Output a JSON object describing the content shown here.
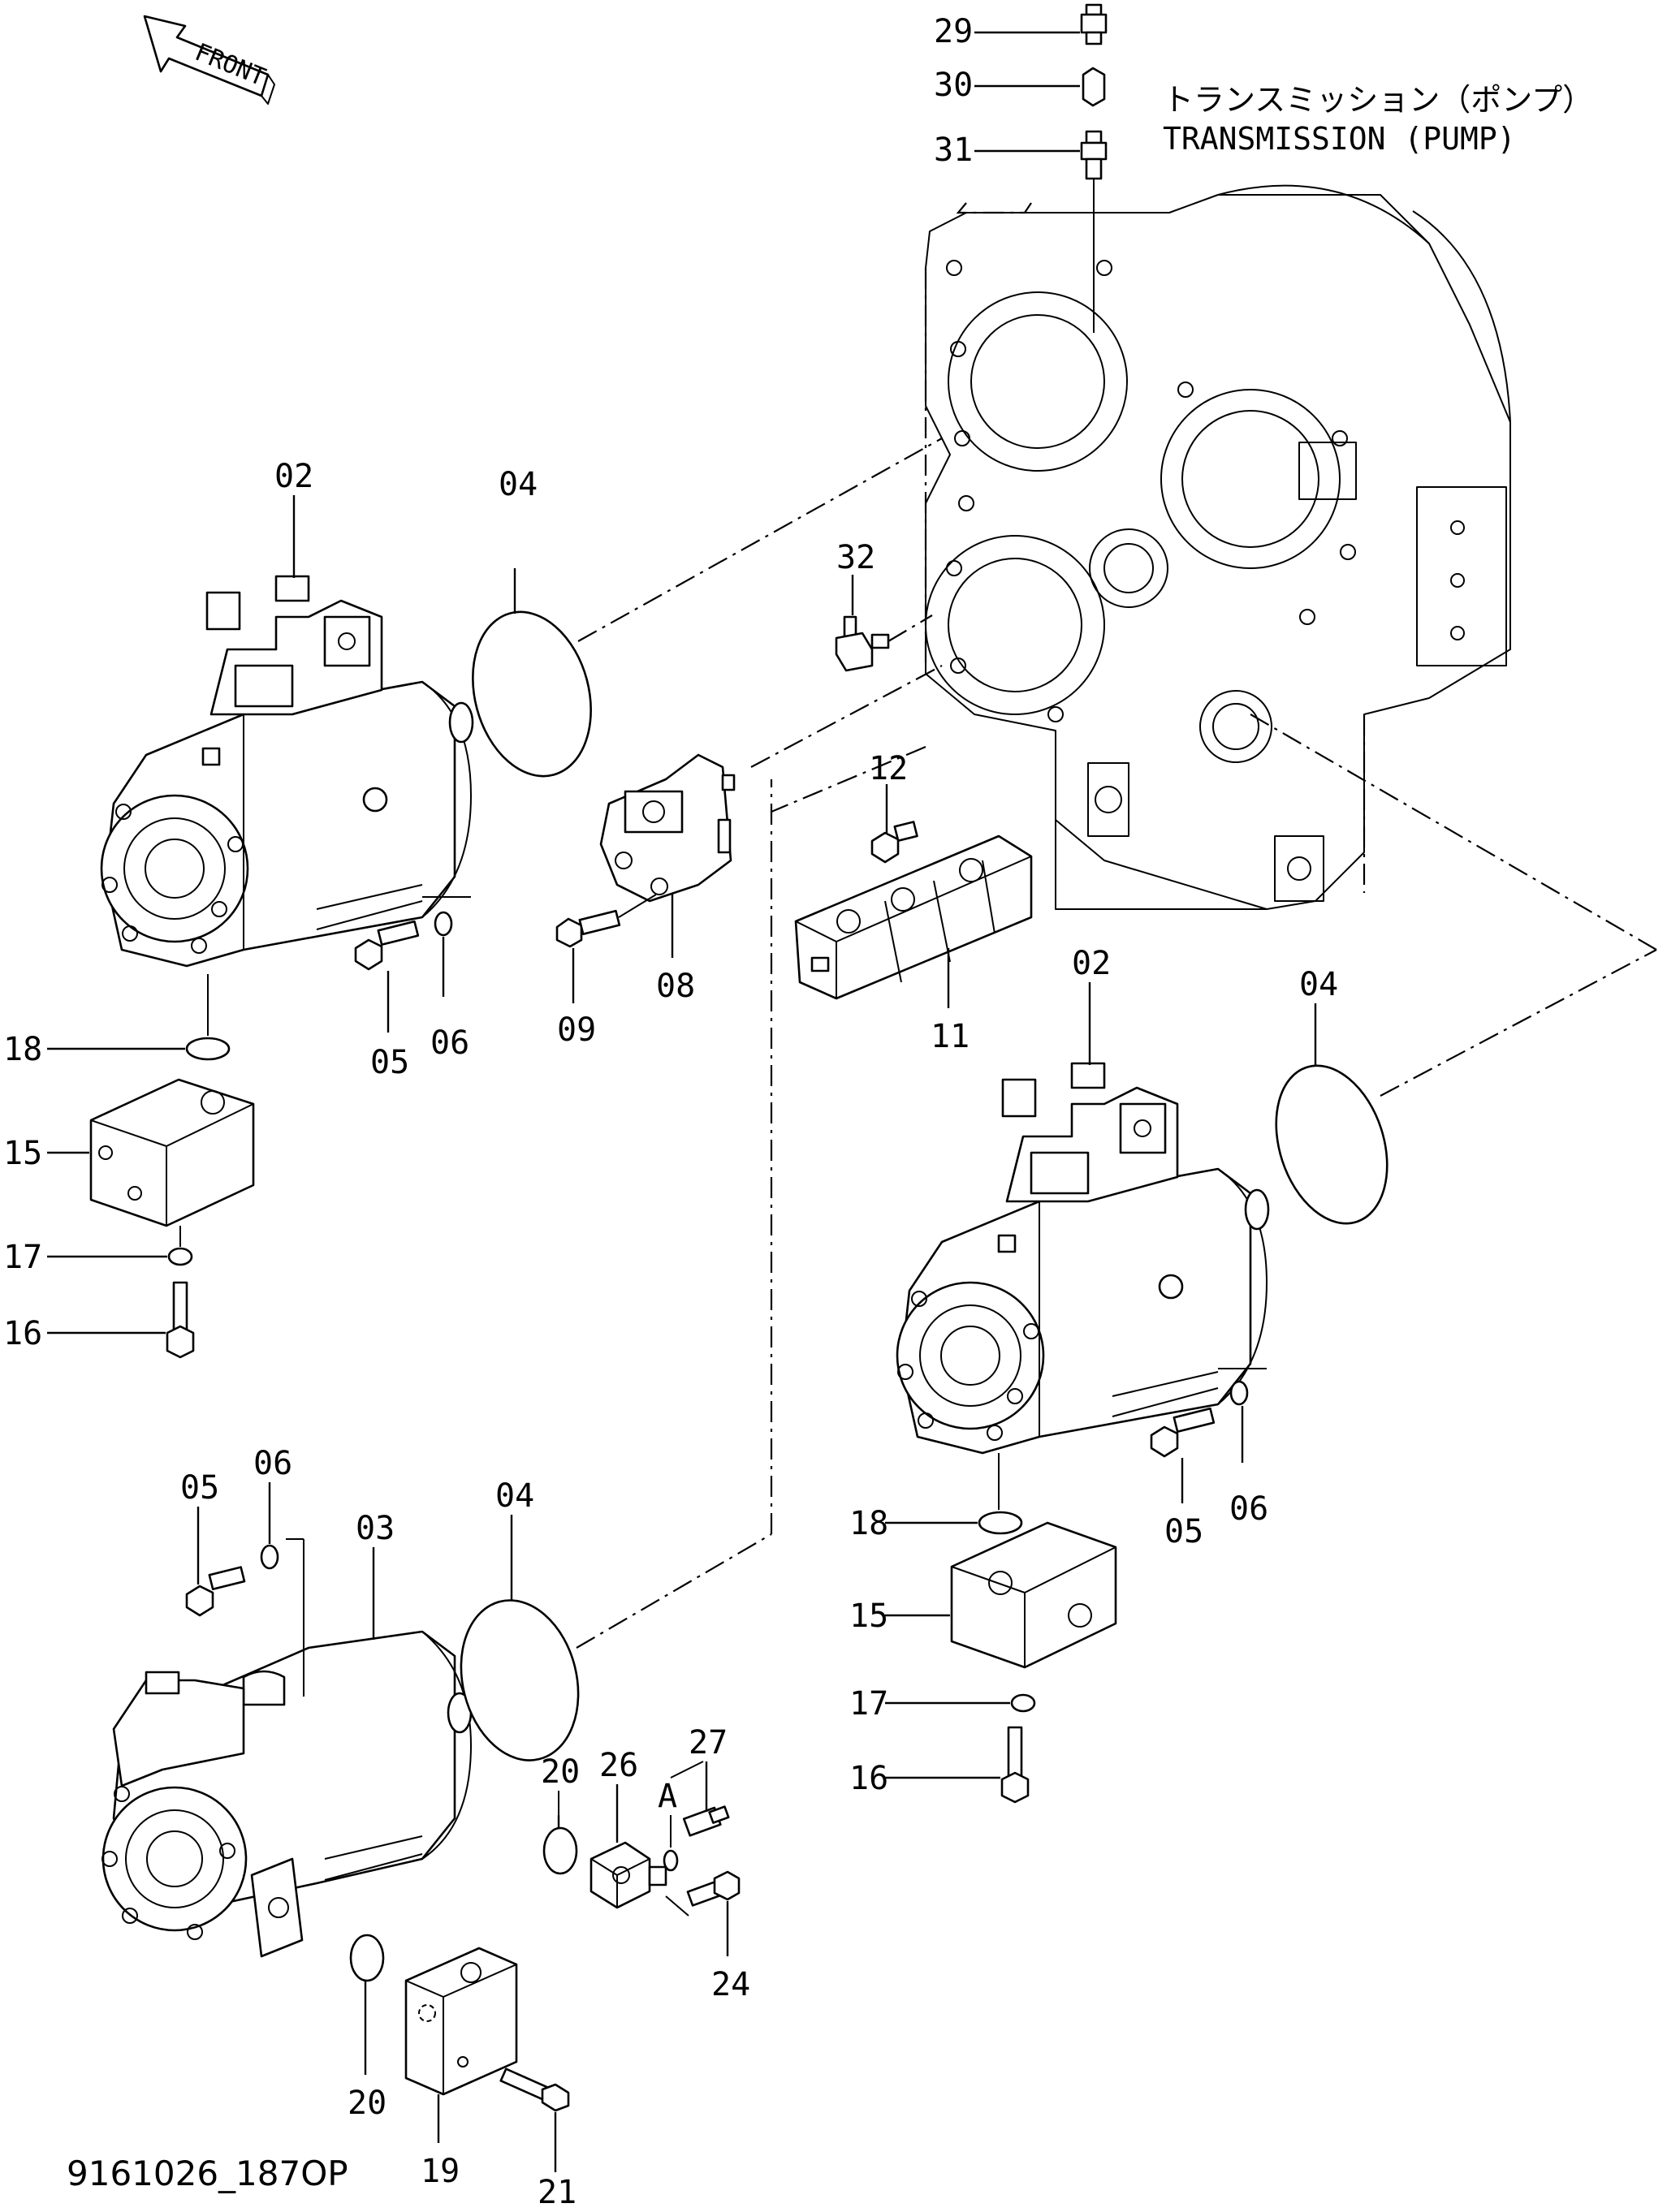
{
  "title": {
    "japanese": "トランスミッション（ポンプ）",
    "english": "TRANSMISSION  (PUMP)"
  },
  "direction_label": "FRONT",
  "reference_code": "9161026_187OP",
  "aux_label": "A",
  "callouts": {
    "c29": "29",
    "c30": "30",
    "c31": "31",
    "c32": "32",
    "c02a": "02",
    "c04a": "04",
    "c12": "12",
    "c08": "08",
    "c09": "09",
    "c11": "11",
    "c05a": "05",
    "c06a": "06",
    "c18a": "18",
    "c15a": "15",
    "c17a": "17",
    "c16a": "16",
    "c02b": "02",
    "c04b": "04",
    "c05b": "05",
    "c06b": "06",
    "c18b": "18",
    "c15b": "15",
    "c17b": "17",
    "c16b": "16",
    "c05c": "05",
    "c06c": "06",
    "c03": "03",
    "c04c": "04",
    "c20a": "20",
    "c26": "26",
    "c27": "27",
    "c24": "24",
    "c20b": "20",
    "c19": "19",
    "c21": "21"
  },
  "colors": {
    "ink": "#000000",
    "paper": "#ffffff"
  }
}
